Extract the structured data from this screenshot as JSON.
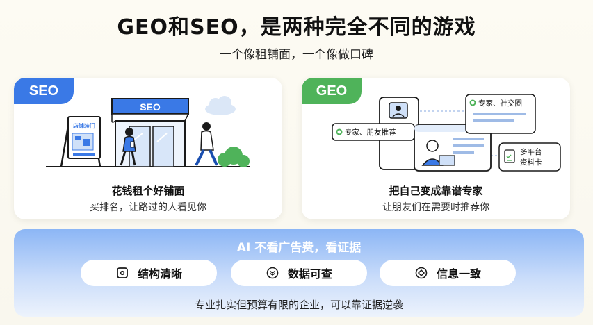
{
  "header": {
    "title": "GEO和SEO，是两种完全不同的游戏",
    "subtitle": "一个像租铺面，一个像做口碑"
  },
  "seo_card": {
    "tag": "SEO",
    "sign_text": "店铺装门",
    "store_sign": "SEO",
    "title": "花钱租个好铺面",
    "subtitle": "买排名，让路过的人看见你"
  },
  "geo_card": {
    "tag": "GEO",
    "bubble_left": "专家、朋友推荐",
    "bubble_top": "专家、社交圈",
    "bubble_right_line1": "多平台",
    "bubble_right_line2": "资料卡"
  },
  "geo_card_text": {
    "title": "把自己变成靠谱专家",
    "subtitle": "让朋友们在需要时推荐你"
  },
  "bottom": {
    "title": "AI 不看广告费，看证据",
    "pills": [
      {
        "label": "结构清晰",
        "icon": "square-dot-icon"
      },
      {
        "label": "数据可查",
        "icon": "layers-icon"
      },
      {
        "label": "信息一致",
        "icon": "diamond-icon"
      }
    ],
    "footer": "专业扎实但预算有限的企业，可以靠证据逆袭"
  },
  "colors": {
    "seo_blue": "#3a79e6",
    "geo_green": "#4fb35a",
    "bottom_gradient_top": "#8cb6f5"
  }
}
